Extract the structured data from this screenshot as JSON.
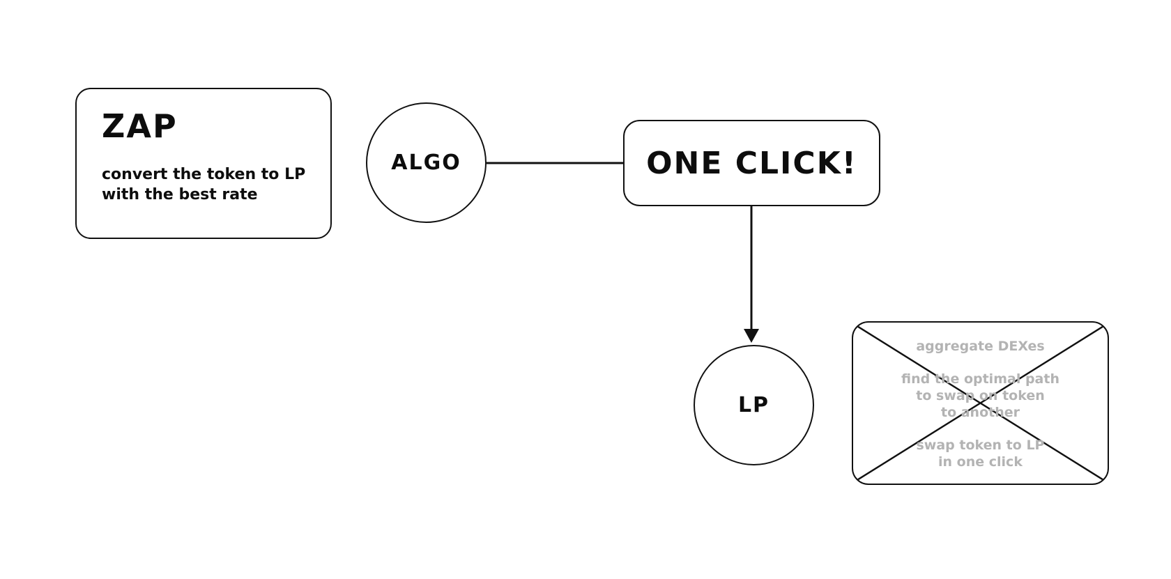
{
  "zap_card": {
    "title": "ZAP",
    "description_lines": [
      "convert the token to LP",
      "with the best rate"
    ]
  },
  "nodes": {
    "algo": "ALGO",
    "one_click": "ONE CLICK!",
    "lp": "LP"
  },
  "features": [
    {
      "lines": [
        "aggregate DEXes"
      ]
    },
    {
      "lines": [
        "find the optimal path",
        "to swap on token",
        "to another"
      ]
    },
    {
      "lines": [
        "swap token to LP",
        "in one click"
      ]
    }
  ],
  "colors": {
    "stroke": "#111111",
    "text": "#0d0d0d",
    "muted_text": "#b3b3b3",
    "background": "#ffffff"
  }
}
